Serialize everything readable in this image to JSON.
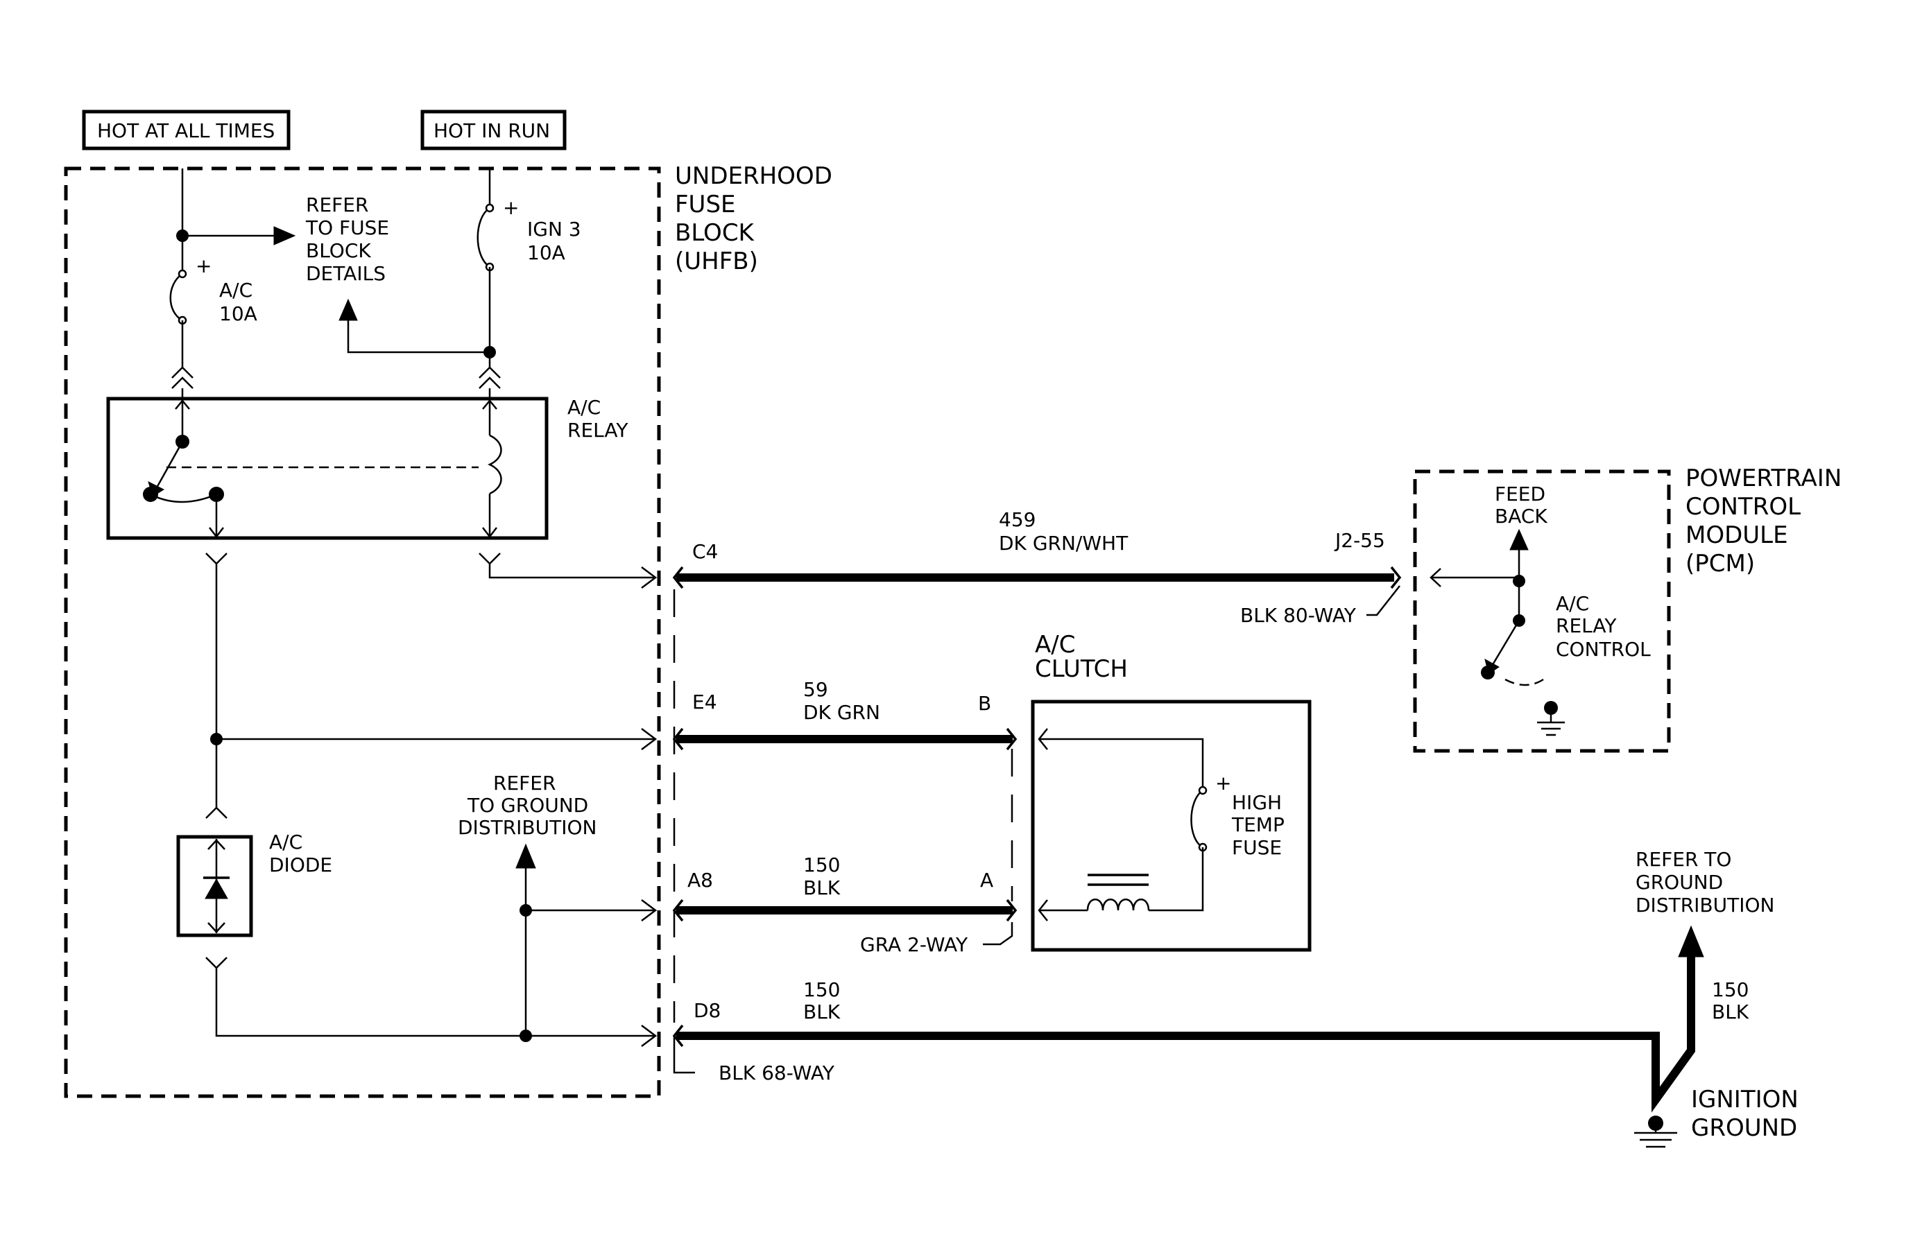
{
  "sources": {
    "hot_at_all_times": "HOT AT ALL TIMES",
    "hot_in_run": "HOT IN RUN"
  },
  "uhfb": {
    "line1": "UNDERHOOD",
    "line2": "FUSE",
    "line3": "BLOCK",
    "line4": "(UHFB)"
  },
  "refer_fuse_block": [
    "REFER",
    "TO FUSE",
    "BLOCK",
    "DETAILS"
  ],
  "fuse_ac": {
    "name": "A/C",
    "rating": "10A",
    "polarity": "+"
  },
  "fuse_ign": {
    "name": "IGN 3",
    "rating": "10A",
    "polarity": "+"
  },
  "relay": {
    "line1": "A/C",
    "line2": "RELAY"
  },
  "diode": {
    "line1": "A/C",
    "line2": "DIODE"
  },
  "refer_ground_dist_left": [
    "REFER",
    "TO GROUND",
    "DISTRIBUTION"
  ],
  "refer_ground_dist_right": [
    "REFER TO",
    "GROUND",
    "DISTRIBUTION"
  ],
  "circuits": {
    "c4": {
      "pin": "C4",
      "number": "459",
      "color": "DK GRN/WHT",
      "end_pin": "J2-55"
    },
    "e4": {
      "pin": "E4",
      "number": "59",
      "color": "DK GRN",
      "end_pin": "B"
    },
    "a8": {
      "pin": "A8",
      "number": "150",
      "color": "BLK",
      "end_pin": "A"
    },
    "d8": {
      "pin": "D8",
      "number": "150",
      "color": "BLK"
    },
    "ground_leg": {
      "number": "150",
      "color": "BLK"
    }
  },
  "connectors": {
    "pcm": "BLK 80-WAY",
    "clutch": "GRA 2-WAY",
    "uhfb": "BLK 68-WAY"
  },
  "clutch": {
    "line1": "A/C",
    "line2": "CLUTCH",
    "fuse": [
      "HIGH",
      "TEMP",
      "FUSE"
    ],
    "polarity": "+"
  },
  "pcm": {
    "line1": "POWERTRAIN",
    "line2": "CONTROL",
    "line3": "MODULE",
    "line4": "(PCM)",
    "feedback": [
      "FEED",
      "BACK"
    ],
    "control": [
      "A/C",
      "RELAY",
      "CONTROL"
    ]
  },
  "ground": {
    "line1": "IGNITION",
    "line2": "GROUND"
  }
}
